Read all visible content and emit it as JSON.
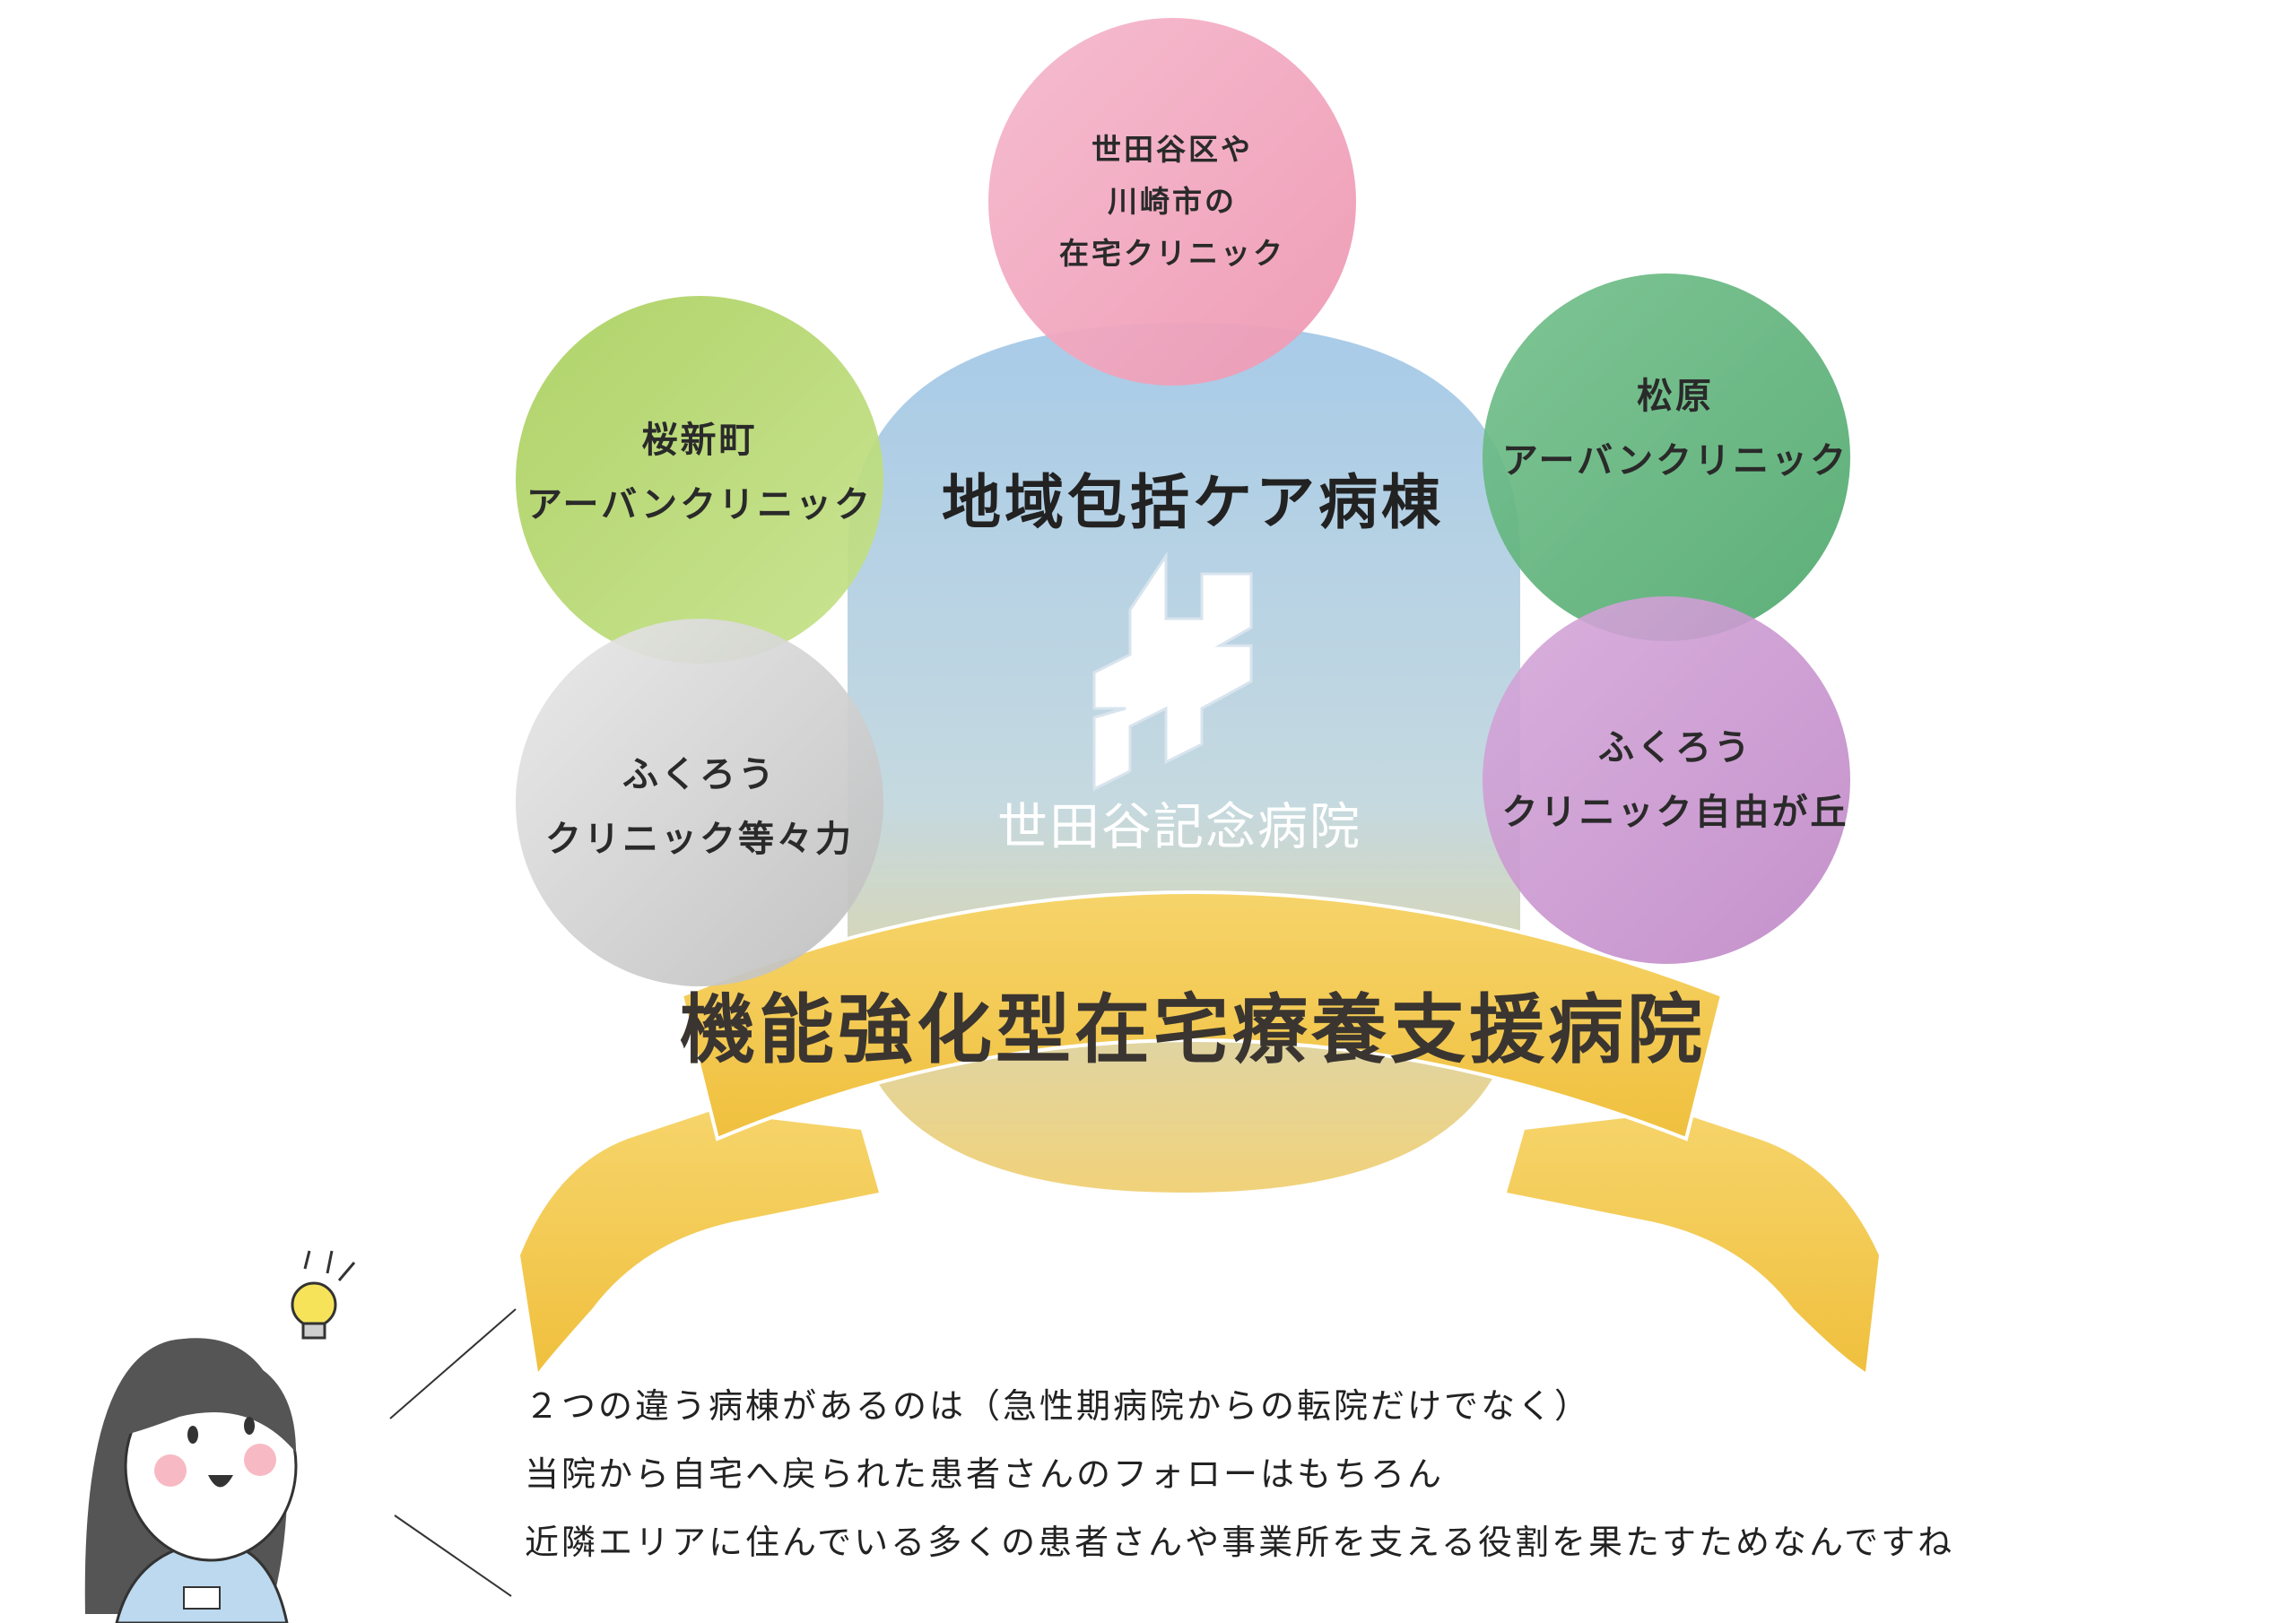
{
  "center": {
    "ward_title": "地域包括ケア病棟",
    "hospital_name": "世田谷記念病院"
  },
  "banner": {
    "text": "機能強化型在宅療養支援病院"
  },
  "circles": [
    {
      "lines": [
        "世田谷区や",
        "川崎市の",
        "在宅クリニック"
      ],
      "color": "#f2a7c0"
    },
    {
      "lines": [
        "松原",
        "アーバンクリニック"
      ],
      "color": "#5fb57b"
    },
    {
      "lines": [
        "ふくろう",
        "クリニック自由が丘"
      ],
      "color": "#c994cf"
    },
    {
      "lines": [
        "桜新町",
        "アーバンクリニック"
      ],
      "color": "#b6d76e"
    },
    {
      "lines": [
        "ふくろう",
        "クリニック等々力"
      ],
      "color": "#d3d3d3"
    }
  ],
  "note": {
    "lines": [
      "２つの違う病棟があるのは（急性期病院からの転院だけでなく）",
      "当院から自宅へ戻られた患者さんのフォローはもちろん",
      "近隣エリアに住んでいる多くの患者さんや事業所を支える役割を果たすためなんですね"
    ]
  },
  "colors": {
    "center_top": "#a8cbe8",
    "center_bottom": "#f1d27a",
    "banner": "#f3c94f"
  },
  "icons": [
    "hospital-logo-icon",
    "lightbulb-icon",
    "nurse-avatar"
  ]
}
